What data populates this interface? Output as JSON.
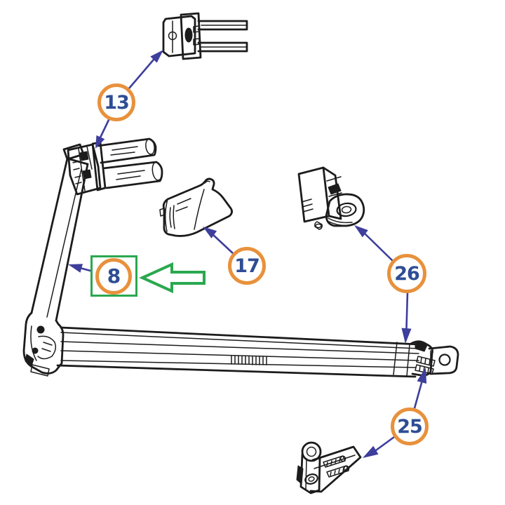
{
  "colors": {
    "line": "#1c1c1c",
    "ring": "#e8913c",
    "number": "#2e4d94",
    "arrow": "#3e3e9c",
    "green": "#2aa84f",
    "bg": "#ffffff"
  },
  "callouts": {
    "c13": "13",
    "c17": "17",
    "c26": "26",
    "c25": "25",
    "c8": "8"
  }
}
